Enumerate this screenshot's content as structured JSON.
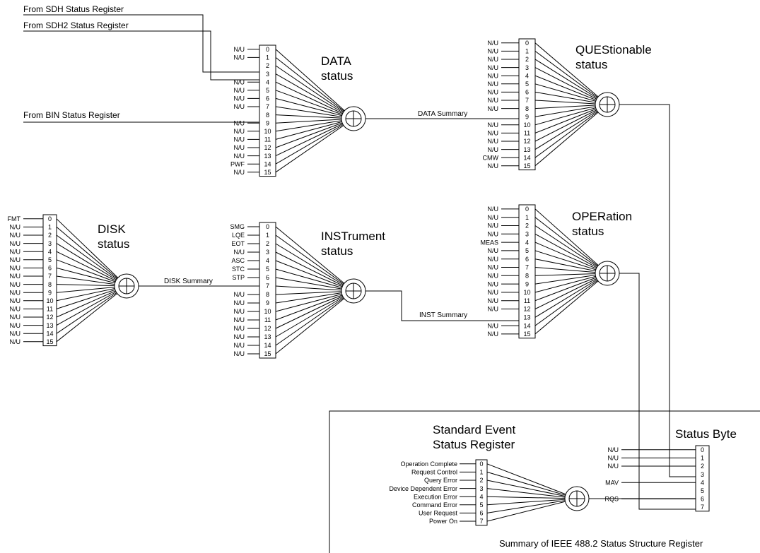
{
  "sources": {
    "sdh": "From SDH Status Register",
    "sdh2": "From SDH2 Status Register",
    "bin": "From BIN Status Register"
  },
  "registers": {
    "data": {
      "title1": "DATA",
      "title2": "status",
      "labels": [
        "N/U",
        "N/U",
        "",
        "",
        "N/U",
        "N/U",
        "N/U",
        "N/U",
        "",
        "N/U",
        "N/U",
        "N/U",
        "N/U",
        "N/U",
        "PWF",
        "N/U"
      ]
    },
    "quest": {
      "title1": "QUEStionable",
      "title2": "status",
      "labels": [
        "N/U",
        "N/U",
        "N/U",
        "N/U",
        "N/U",
        "N/U",
        "N/U",
        "N/U",
        "N/U",
        "",
        "N/U",
        "N/U",
        "N/U",
        "N/U",
        "CMW",
        "N/U"
      ]
    },
    "disk": {
      "title1": "DISK",
      "title2": "status",
      "labels": [
        "FMT",
        "N/U",
        "N/U",
        "N/U",
        "N/U",
        "N/U",
        "N/U",
        "N/U",
        "N/U",
        "N/U",
        "N/U",
        "N/U",
        "N/U",
        "N/U",
        "N/U",
        "N/U"
      ]
    },
    "inst": {
      "title1": "INSTrument",
      "title2": "status",
      "labels": [
        "SMG",
        "LQE",
        "EOT",
        "N/U",
        "ASC",
        "STC",
        "STP",
        "",
        "N/U",
        "N/U",
        "N/U",
        "N/U",
        "N/U",
        "N/U",
        "N/U",
        "N/U"
      ]
    },
    "oper": {
      "title1": "OPERation",
      "title2": "status",
      "labels": [
        "N/U",
        "N/U",
        "N/U",
        "N/U",
        "MEAS",
        "N/U",
        "N/U",
        "N/U",
        "N/U",
        "N/U",
        "N/U",
        "N/U",
        "N/U",
        "",
        "N/U",
        "N/U"
      ]
    },
    "sesr": {
      "title1": "Standard Event",
      "title2": "Status Register",
      "labels": [
        "Operation Complete",
        "Request Control",
        "Query Error",
        "Device Dependent Error",
        "Execution Error",
        "Command Error",
        "User Request",
        "Power On"
      ]
    },
    "stb": {
      "title1": "Status Byte",
      "labels": [
        "N/U",
        "N/U",
        "N/U",
        "",
        "MAV",
        "",
        "RQS",
        ""
      ]
    }
  },
  "bits16": [
    "0",
    "1",
    "2",
    "3",
    "4",
    "5",
    "6",
    "7",
    "8",
    "9",
    "10",
    "11",
    "12",
    "13",
    "14",
    "15"
  ],
  "bits8": [
    "0",
    "1",
    "2",
    "3",
    "4",
    "5",
    "6",
    "7"
  ],
  "summary_symbol": "⊕",
  "connections": {
    "data_summary": "DATA Summary",
    "disk_summary": "DISK Summary",
    "inst_summary": "INST Summary"
  },
  "footer": "Summary of IEEE 488.2 Status Structure Register"
}
